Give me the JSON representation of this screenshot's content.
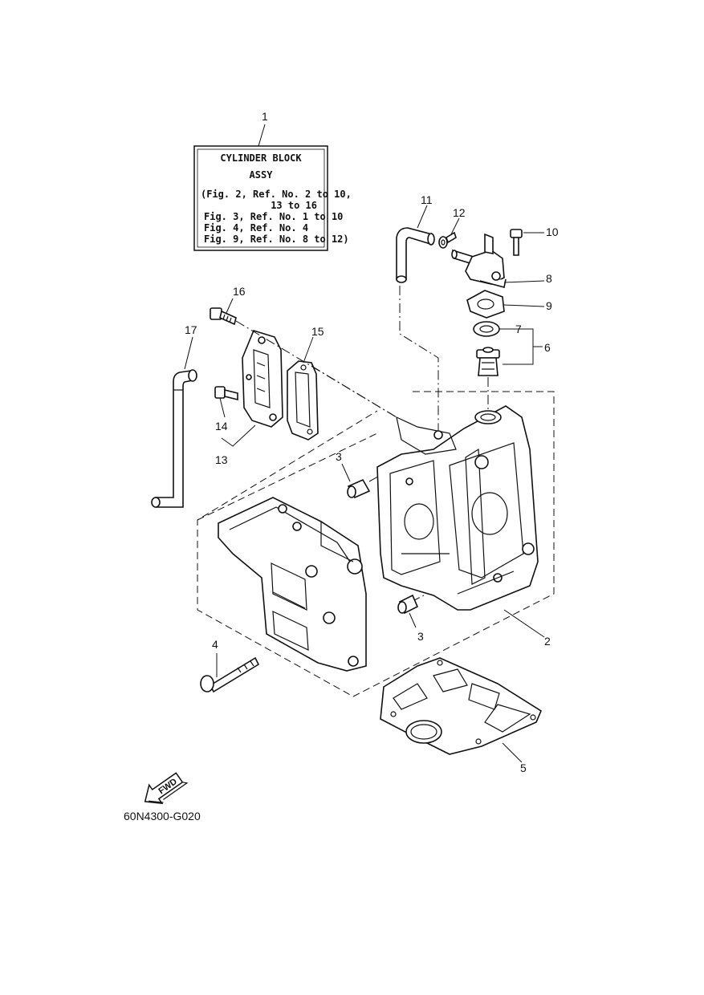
{
  "assembly_box": {
    "title_line1": "CYLINDER BLOCK",
    "title_line2": "ASSY",
    "refs": [
      "(Fig. 2, Ref. No. 2 to 10,",
      "13 to 16",
      "Fig. 3, Ref. No. 1 to 10",
      "Fig. 4, Ref. No. 4",
      "Fig. 9, Ref. No. 8 to 12)"
    ]
  },
  "callouts": {
    "c1": "1",
    "c2": "2",
    "c3a": "3",
    "c3b": "3",
    "c4": "4",
    "c5": "5",
    "c6": "6",
    "c7": "7",
    "c8": "8",
    "c9": "9",
    "c10": "10",
    "c11": "11",
    "c12": "12",
    "c13": "13",
    "c14": "14",
    "c15": "15",
    "c16": "16",
    "c17": "17"
  },
  "fwd_label": "FWD",
  "figure_code": "60N4300-G020"
}
